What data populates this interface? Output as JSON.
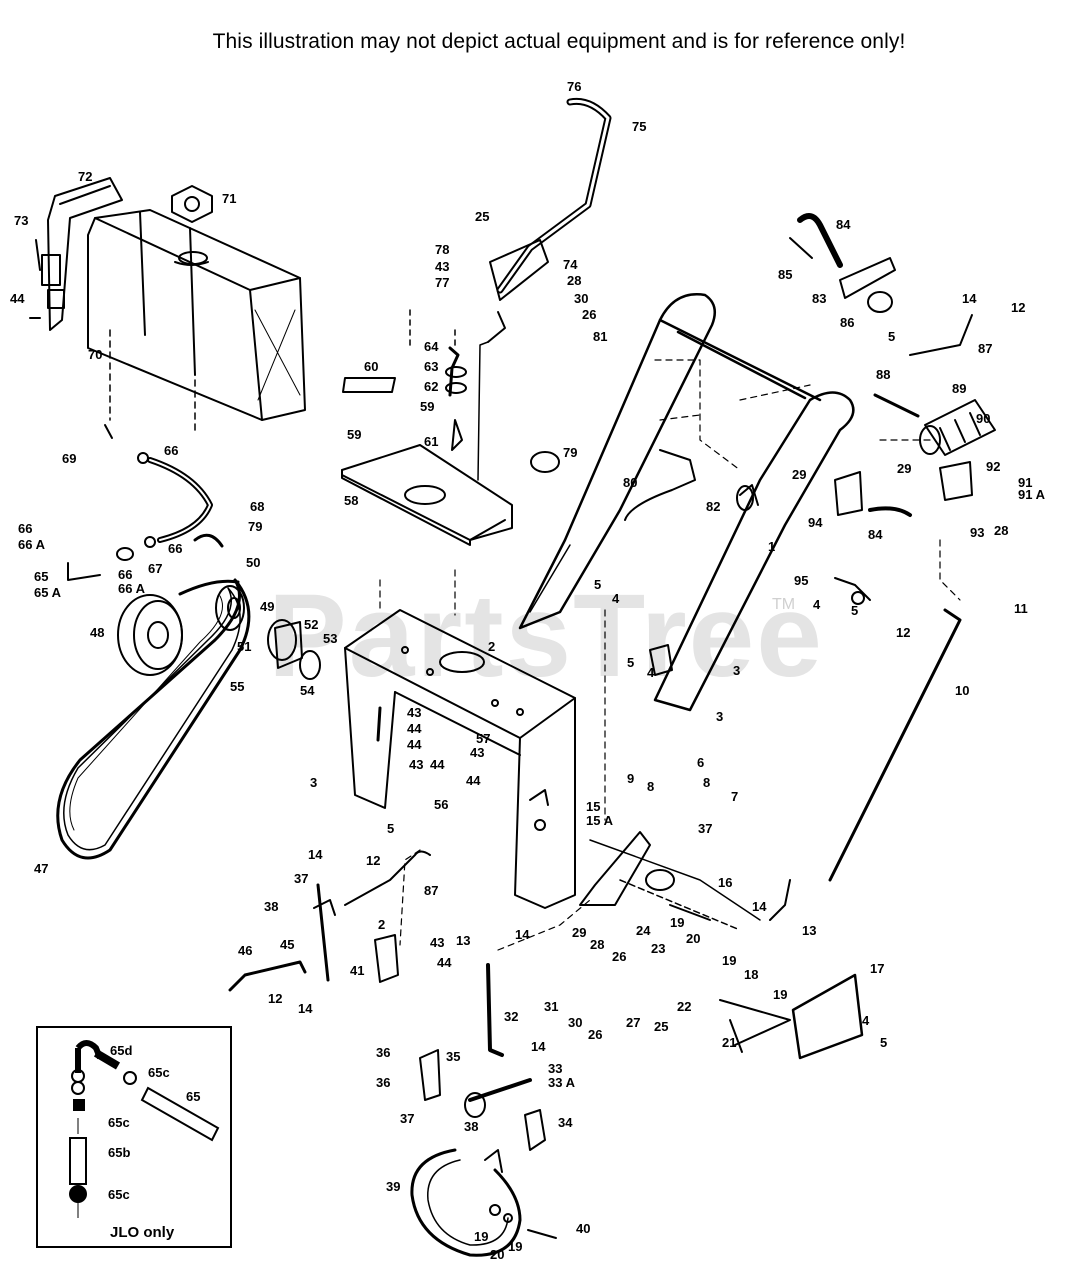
{
  "header": {
    "disclaimer": "This illustration may not depict actual equipment and is for reference only!"
  },
  "watermark": {
    "text": "PartsTree",
    "trademark": "TM"
  },
  "inset": {
    "note": "JLO only"
  },
  "labels": [
    {
      "id": "76",
      "t": "76"
    },
    {
      "id": "75",
      "t": "75"
    },
    {
      "id": "72",
      "t": "72"
    },
    {
      "id": "71",
      "t": "71"
    },
    {
      "id": "73",
      "t": "73"
    },
    {
      "id": "44a",
      "t": "44"
    },
    {
      "id": "70",
      "t": "70"
    },
    {
      "id": "25a",
      "t": "25"
    },
    {
      "id": "78",
      "t": "78"
    },
    {
      "id": "43a",
      "t": "43"
    },
    {
      "id": "77",
      "t": "77"
    },
    {
      "id": "74",
      "t": "74"
    },
    {
      "id": "28a",
      "t": "28"
    },
    {
      "id": "30a",
      "t": "30"
    },
    {
      "id": "26a",
      "t": "26"
    },
    {
      "id": "81",
      "t": "81"
    },
    {
      "id": "84a",
      "t": "84"
    },
    {
      "id": "85",
      "t": "85"
    },
    {
      "id": "83",
      "t": "83"
    },
    {
      "id": "86",
      "t": "86"
    },
    {
      "id": "14a",
      "t": "14"
    },
    {
      "id": "12a",
      "t": "12"
    },
    {
      "id": "5a",
      "t": "5"
    },
    {
      "id": "87a",
      "t": "87"
    },
    {
      "id": "64",
      "t": "64"
    },
    {
      "id": "63",
      "t": "63"
    },
    {
      "id": "62",
      "t": "62"
    },
    {
      "id": "60",
      "t": "60"
    },
    {
      "id": "59a",
      "t": "59"
    },
    {
      "id": "59b",
      "t": "59"
    },
    {
      "id": "61",
      "t": "61"
    },
    {
      "id": "88",
      "t": "88"
    },
    {
      "id": "89",
      "t": "89"
    },
    {
      "id": "90",
      "t": "90"
    },
    {
      "id": "69",
      "t": "69"
    },
    {
      "id": "66a",
      "t": "66"
    },
    {
      "id": "68",
      "t": "68"
    },
    {
      "id": "58",
      "t": "58"
    },
    {
      "id": "79a",
      "t": "79"
    },
    {
      "id": "80",
      "t": "80"
    },
    {
      "id": "82",
      "t": "82"
    },
    {
      "id": "29a",
      "t": "29"
    },
    {
      "id": "29b",
      "t": "29"
    },
    {
      "id": "92",
      "t": "92"
    },
    {
      "id": "91",
      "t": "91"
    },
    {
      "id": "91A",
      "t": "91 A"
    },
    {
      "id": "94",
      "t": "94"
    },
    {
      "id": "84b",
      "t": "84"
    },
    {
      "id": "93",
      "t": "93"
    },
    {
      "id": "28b",
      "t": "28"
    },
    {
      "id": "66b",
      "t": "66"
    },
    {
      "id": "66Aa",
      "t": "66 A"
    },
    {
      "id": "79b",
      "t": "79"
    },
    {
      "id": "66c",
      "t": "66"
    },
    {
      "id": "67",
      "t": "67"
    },
    {
      "id": "65",
      "t": "65"
    },
    {
      "id": "65A",
      "t": "65 A"
    },
    {
      "id": "66d",
      "t": "66"
    },
    {
      "id": "66Ab",
      "t": "66 A"
    },
    {
      "id": "50",
      "t": "50"
    },
    {
      "id": "1",
      "t": "1"
    },
    {
      "id": "95",
      "t": "95"
    },
    {
      "id": "4a",
      "t": "4"
    },
    {
      "id": "5b",
      "t": "5"
    },
    {
      "id": "5c",
      "t": "5"
    },
    {
      "id": "4b",
      "t": "4"
    },
    {
      "id": "11",
      "t": "11"
    },
    {
      "id": "12b",
      "t": "12"
    },
    {
      "id": "48a",
      "t": "48"
    },
    {
      "id": "49",
      "t": "49"
    },
    {
      "id": "52",
      "t": "52"
    },
    {
      "id": "53",
      "t": "53"
    },
    {
      "id": "51",
      "t": "51"
    },
    {
      "id": "55",
      "t": "55"
    },
    {
      "id": "54",
      "t": "54"
    },
    {
      "id": "2a",
      "t": "2"
    },
    {
      "id": "5d",
      "t": "5"
    },
    {
      "id": "4c",
      "t": "4"
    },
    {
      "id": "3a",
      "t": "3"
    },
    {
      "id": "3b",
      "t": "3"
    },
    {
      "id": "10",
      "t": "10"
    },
    {
      "id": "43b",
      "t": "43"
    },
    {
      "id": "44b",
      "t": "44"
    },
    {
      "id": "57",
      "t": "57"
    },
    {
      "id": "43c",
      "t": "43"
    },
    {
      "id": "44c",
      "t": "44"
    },
    {
      "id": "43d",
      "t": "43"
    },
    {
      "id": "44d",
      "t": "44"
    },
    {
      "id": "44e",
      "t": "44"
    },
    {
      "id": "3c",
      "t": "3"
    },
    {
      "id": "56",
      "t": "56"
    },
    {
      "id": "5e",
      "t": "5"
    },
    {
      "id": "6",
      "t": "6"
    },
    {
      "id": "9",
      "t": "9"
    },
    {
      "id": "8a",
      "t": "8"
    },
    {
      "id": "8b",
      "t": "8"
    },
    {
      "id": "7",
      "t": "7"
    },
    {
      "id": "15",
      "t": "15"
    },
    {
      "id": "15A",
      "t": "15 A"
    },
    {
      "id": "37a",
      "t": "37"
    },
    {
      "id": "47",
      "t": "47"
    },
    {
      "id": "14b",
      "t": "14"
    },
    {
      "id": "12c",
      "t": "12"
    },
    {
      "id": "37b",
      "t": "37"
    },
    {
      "id": "87b",
      "t": "87"
    },
    {
      "id": "16",
      "t": "16"
    },
    {
      "id": "38a",
      "t": "38"
    },
    {
      "id": "2b",
      "t": "2"
    },
    {
      "id": "14c",
      "t": "14"
    },
    {
      "id": "13a",
      "t": "13"
    },
    {
      "id": "45",
      "t": "45"
    },
    {
      "id": "46",
      "t": "46"
    },
    {
      "id": "43e",
      "t": "43"
    },
    {
      "id": "44f",
      "t": "44"
    },
    {
      "id": "41",
      "t": "41"
    },
    {
      "id": "13b",
      "t": "13"
    },
    {
      "id": "14d",
      "t": "14"
    },
    {
      "id": "29c",
      "t": "29"
    },
    {
      "id": "28c",
      "t": "28"
    },
    {
      "id": "23",
      "t": "23"
    },
    {
      "id": "26b",
      "t": "26"
    },
    {
      "id": "24",
      "t": "24"
    },
    {
      "id": "19a",
      "t": "19"
    },
    {
      "id": "20a",
      "t": "20"
    },
    {
      "id": "17",
      "t": "17"
    },
    {
      "id": "12d",
      "t": "12"
    },
    {
      "id": "14e",
      "t": "14"
    },
    {
      "id": "19b",
      "t": "19"
    },
    {
      "id": "18",
      "t": "18"
    },
    {
      "id": "22",
      "t": "22"
    },
    {
      "id": "31",
      "t": "31"
    },
    {
      "id": "30b",
      "t": "30"
    },
    {
      "id": "26c",
      "t": "26"
    },
    {
      "id": "27",
      "t": "27"
    },
    {
      "id": "25b",
      "t": "25"
    },
    {
      "id": "19c",
      "t": "19"
    },
    {
      "id": "4d",
      "t": "4"
    },
    {
      "id": "5f",
      "t": "5"
    },
    {
      "id": "32",
      "t": "32"
    },
    {
      "id": "21",
      "t": "21"
    },
    {
      "id": "14f",
      "t": "14"
    },
    {
      "id": "65d",
      "t": "65d"
    },
    {
      "id": "36a",
      "t": "36"
    },
    {
      "id": "35",
      "t": "35"
    },
    {
      "id": "33",
      "t": "33"
    },
    {
      "id": "33A",
      "t": "33 A"
    },
    {
      "id": "65c1",
      "t": "65c"
    },
    {
      "id": "36b",
      "t": "36"
    },
    {
      "id": "65b2",
      "t": "65"
    },
    {
      "id": "37c",
      "t": "37"
    },
    {
      "id": "38b",
      "t": "38"
    },
    {
      "id": "34",
      "t": "34"
    },
    {
      "id": "65c2",
      "t": "65c"
    },
    {
      "id": "65b",
      "t": "65b"
    },
    {
      "id": "39",
      "t": "39"
    },
    {
      "id": "65c3",
      "t": "65c"
    },
    {
      "id": "40",
      "t": "40"
    },
    {
      "id": "19d",
      "t": "19"
    },
    {
      "id": "20b",
      "t": "20"
    },
    {
      "id": "19e",
      "t": "19"
    }
  ]
}
